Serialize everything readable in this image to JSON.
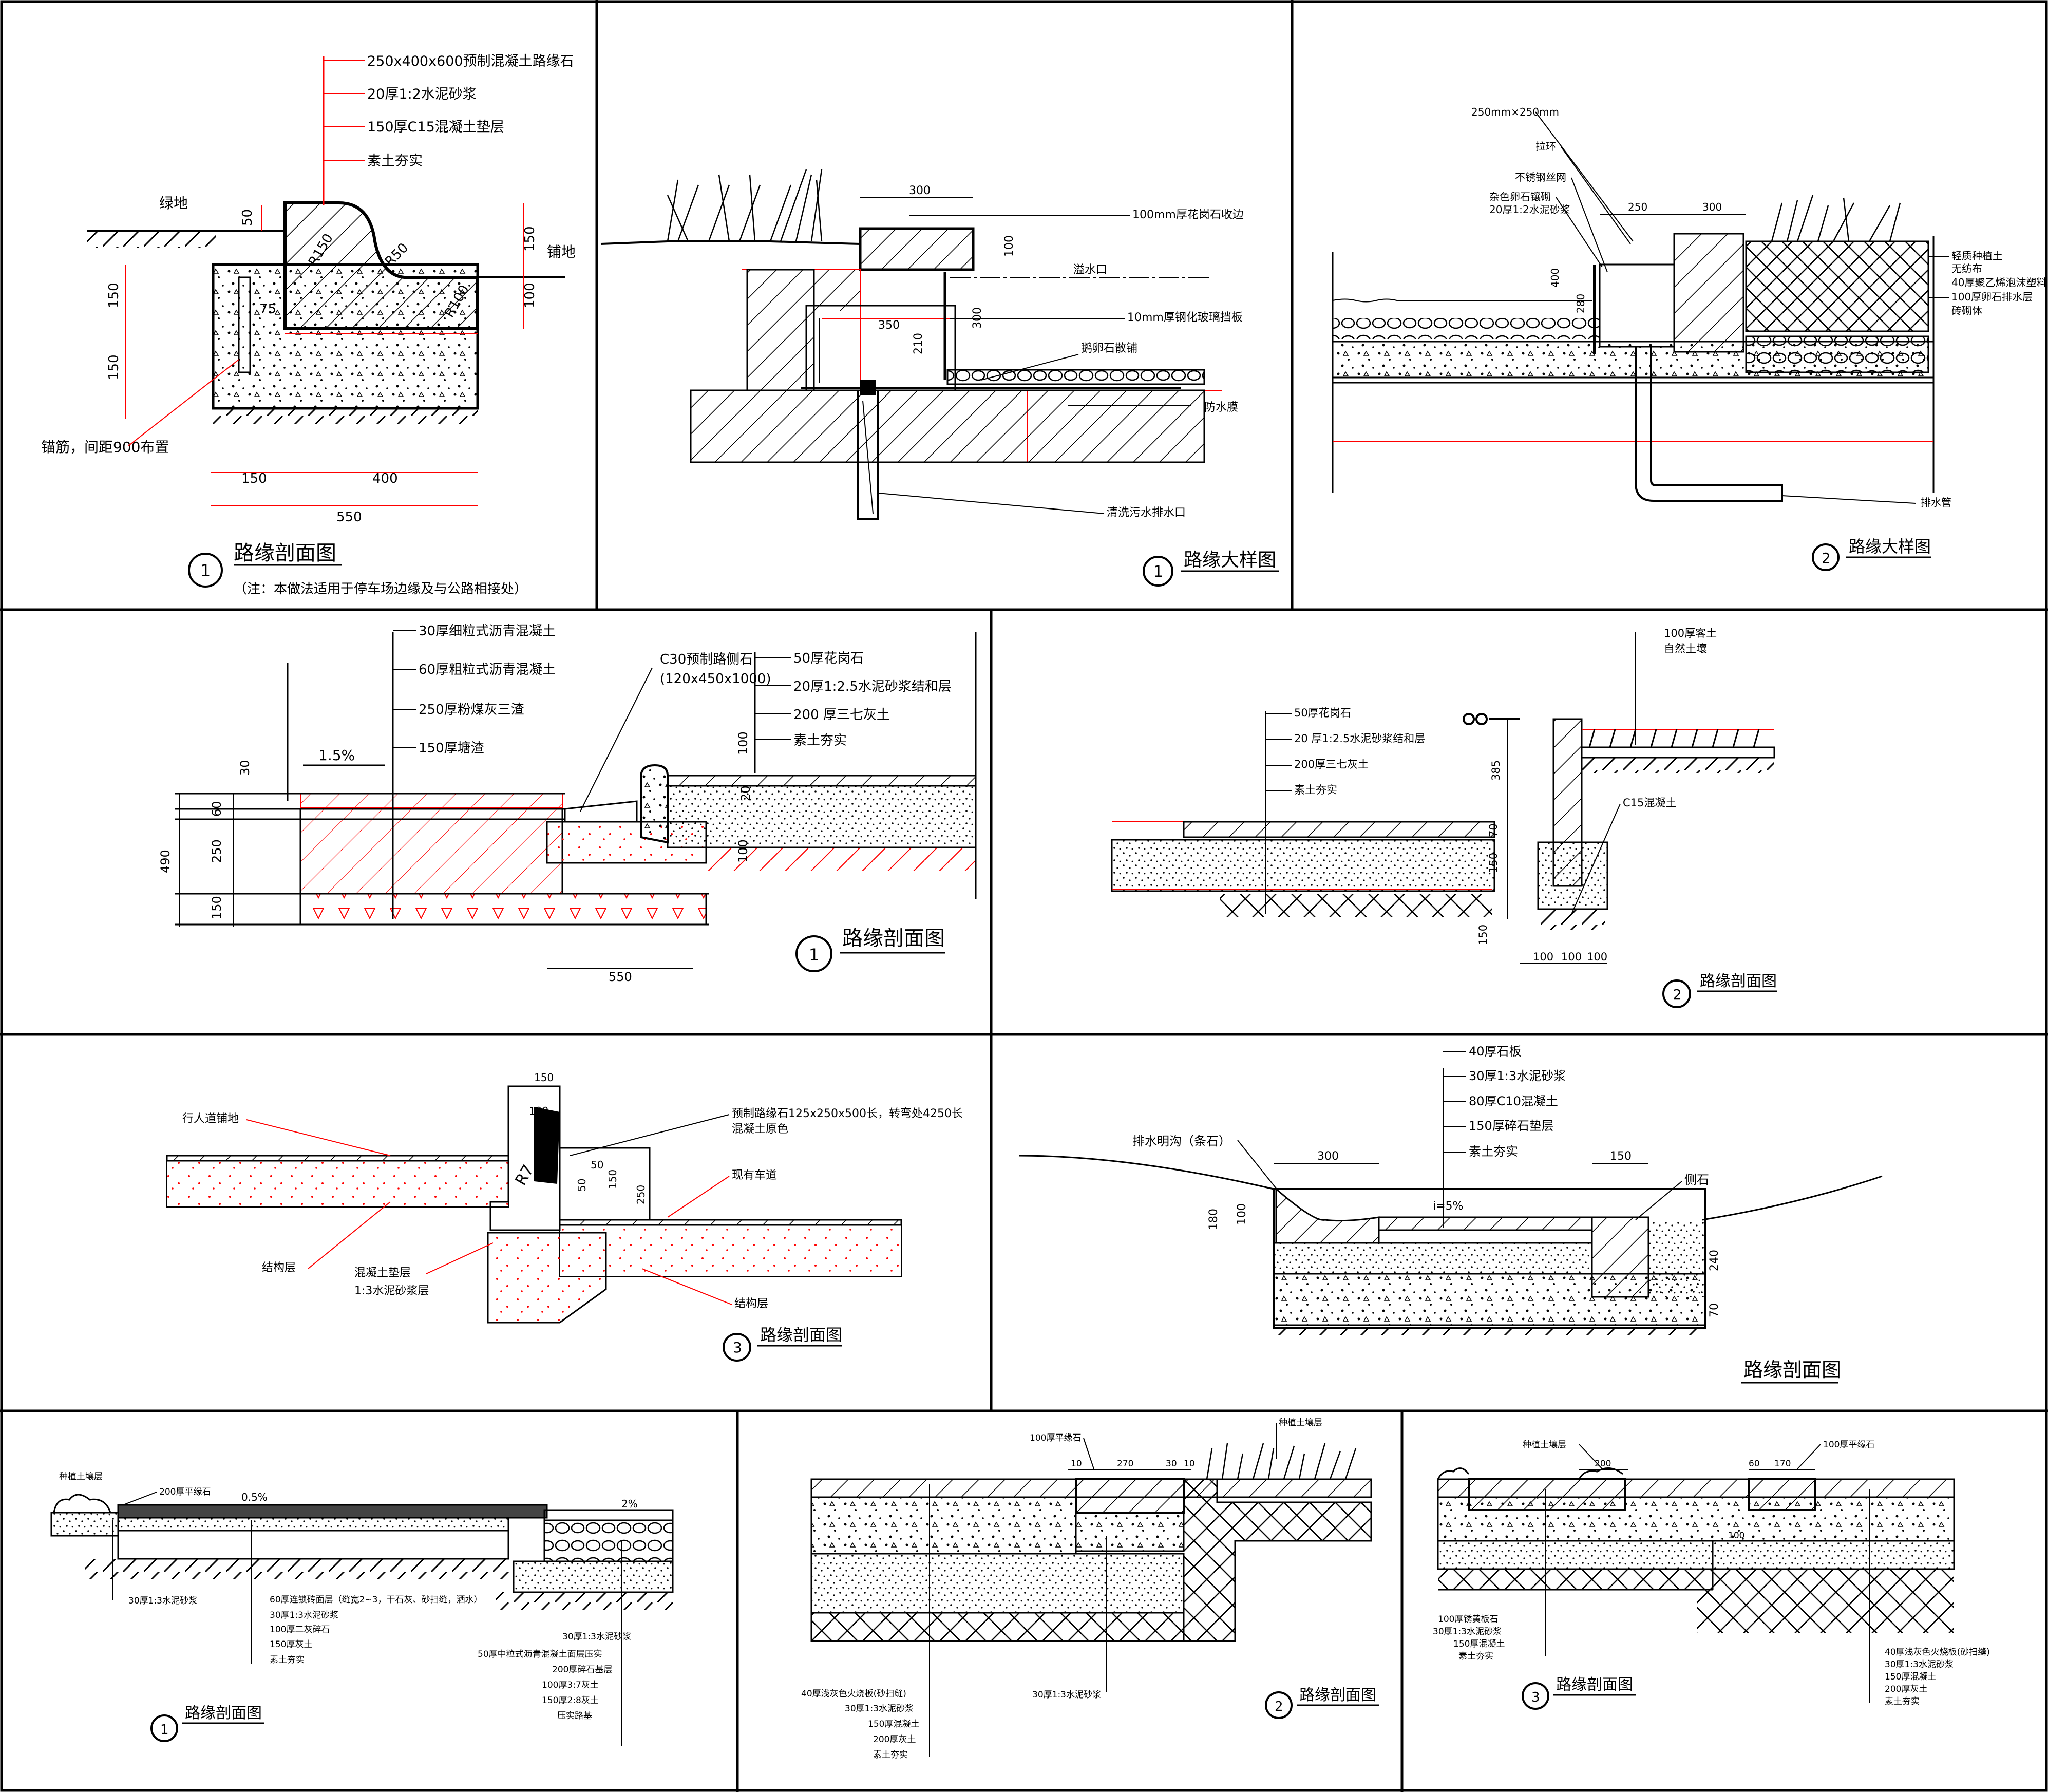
{
  "panels": {
    "p1": {
      "title": "路缘剖面图",
      "number": "1",
      "note": "（注：本做法适用于停车场边缘及与公路相接处）",
      "layers": [
        "250x400x600预制混凝土路缘石",
        "20厚1:2水泥砂浆",
        "150厚C15混凝土垫层",
        "素土夯实"
      ],
      "left_label": "绿地",
      "right_label": "铺地",
      "anchor_label": "锚筋，间距900布置",
      "dims": {
        "d50": "50",
        "r150": "R150",
        "r50": "R50",
        "r100": "R100",
        "d75": "75",
        "d150a": "150",
        "d150b": "150",
        "d150c": "150",
        "d100": "100",
        "w150": "150",
        "w400": "400",
        "w550": "550"
      }
    },
    "p2": {
      "title": "路缘大样图",
      "number": "1",
      "labels": [
        "100mm厚花岗石收边",
        "溢水口",
        "10mm厚钢化玻璃挡板",
        "鹅卵石散铺",
        "防水膜",
        "清洗污水排水口"
      ],
      "dims": {
        "d300": "300",
        "d100": "100",
        "d300v": "300",
        "d350": "350",
        "d210": "210"
      }
    },
    "p3": {
      "title": "路缘大样图",
      "number": "2",
      "left_labels": [
        "250mm×250mm",
        "拉环",
        "不锈钢丝网",
        "杂色卵石镶砌",
        "20厚1:2水泥砂浆"
      ],
      "right_labels": [
        "轻质种植土",
        "无纺布",
        "40厚聚乙烯泡沫塑料",
        "100厚卵石排水层",
        "砖砌体"
      ],
      "pipe_label": "排水管",
      "dims": {
        "d250": "250",
        "d300": "300",
        "d400": "400",
        "d280": "280"
      }
    },
    "p4": {
      "title": "路缘剖面图",
      "number": "1",
      "layers_left": [
        "30厚细粒式沥青混凝土",
        "60厚粗粒式沥青混凝土",
        "250厚粉煤灰三渣",
        "150厚塘渣"
      ],
      "curb_label": "C30预制路侧石",
      "curb_size": "(120x450x1000)",
      "layers_right": [
        "50厚花岗石",
        "20厚1:2.5水泥砂浆结和层",
        "200 厚三七灰土",
        "素土夯实"
      ],
      "slope": "1.5%",
      "dims": {
        "d30": "30",
        "d60": "60",
        "d250": "250",
        "d150": "150",
        "d490": "490",
        "d100": "100",
        "d20": "20",
        "d100b": "100",
        "d550": "550"
      }
    },
    "p5": {
      "title": "路缘剖面图",
      "number": "2",
      "layers": [
        "50厚花岗石",
        "20 厚1:2.5水泥砂浆结和层",
        "200厚三七灰土",
        "素土夯实"
      ],
      "top_labels": [
        "100厚客土",
        "自然土壤"
      ],
      "concrete_label": "C15混凝土",
      "dims": {
        "d385": "385",
        "d70": "70",
        "d150": "150",
        "d150b": "150",
        "w1": "100",
        "w2": "100",
        "w3": "100"
      }
    },
    "p6": {
      "title": "路缘剖面图",
      "number": "3",
      "labels_left": [
        "行人道铺地",
        "结构层",
        "混凝土垫层",
        "1:3水泥砂浆层"
      ],
      "labels_right": [
        "预制路缘石125x250x500长，转弯处4250长",
        "混凝土原色",
        "现有车道",
        "结构层"
      ],
      "dims": {
        "d150": "150",
        "d100": "100",
        "d50a": "50",
        "d50b": "50",
        "d150b": "150",
        "d250": "250",
        "r": "R7"
      }
    },
    "p7": {
      "title": "路缘剖面图",
      "layers": [
        "40厚石板",
        "30厚1:3水泥砂浆",
        "80厚C10混凝土",
        "150厚碎石垫层",
        "素土夯实"
      ],
      "drain_label": "排水明沟（条石）",
      "side_label": "侧石",
      "slope": "i=5%",
      "dims": {
        "d300": "300",
        "d150": "150",
        "d180": "180",
        "d100": "100",
        "d240": "240",
        "d70": "70"
      }
    },
    "p8": {
      "title": "路缘剖面图",
      "number": "1",
      "top_labels": [
        "种植土壤层",
        "200厚平缘石"
      ],
      "slope1": "0.5%",
      "slope2": "2%",
      "left_layers": [
        "30厚1:3水泥砂浆"
      ],
      "mid_layers": [
        "60厚连锁砖面层（缝宽2~3，干石灰、砂扫缝，洒水）",
        "30厚1:3水泥砂浆",
        "100厚二灰碎石",
        "150厚灰土",
        "素土夯实"
      ],
      "right_layers": [
        "30厚1:3水泥砂浆",
        "50厚中粒式沥青混凝土面层压实",
        "200厚碎石基层",
        "100厚3:7灰土",
        "150厚2:8灰土",
        "压实路基"
      ]
    },
    "p9": {
      "title": "路缘剖面图",
      "number": "2",
      "top_labels": [
        "100厚平缘石",
        "种植土壤层"
      ],
      "dims": {
        "d10a": "10",
        "d270": "270",
        "d30": "30",
        "d10b": "10"
      },
      "bottom_layers": [
        "40厚浅灰色火烧板(砂扫缝)",
        "30厚1:3水泥砂浆",
        "150厚混凝土",
        "200厚灰土",
        "素土夯实"
      ],
      "mortar_label": "30厚1:3水泥砂浆"
    },
    "p10": {
      "title": "路缘剖面图",
      "number": "3",
      "top_labels": [
        "种植土壤层",
        "100厚平缘石"
      ],
      "dims": {
        "d200": "200",
        "d60": "60",
        "d170": "170",
        "d100": "100"
      },
      "left_layers": [
        "100厚锈黄板石",
        "30厚1:3水泥砂浆",
        "150厚混凝土",
        "素土夯实"
      ],
      "right_layers": [
        "40厚浅灰色火烧板(砂扫缝)",
        "30厚1:3水泥砂浆",
        "150厚混凝土",
        "200厚灰土",
        "素土夯实"
      ]
    }
  },
  "colors": {
    "line": "#000000",
    "accent": "#ff0000"
  }
}
